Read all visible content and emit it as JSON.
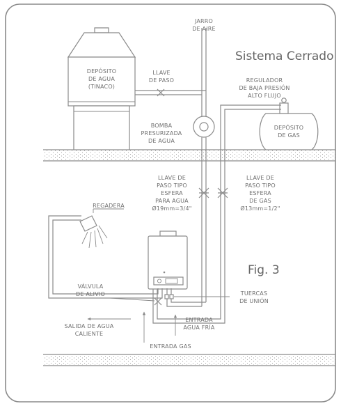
{
  "title": "Sistema Cerrado",
  "figure": "Fig. 3",
  "labels": {
    "jarro_1": "JARRO",
    "jarro_2": "DE AIRE",
    "tinaco_1": "DEPÓSITO",
    "tinaco_2": "DE AGUA",
    "tinaco_3": "(TINACO)",
    "llave_1": "LLAVE",
    "llave_2": "DE PASO",
    "regulador_1": "REGULADOR",
    "regulador_2": "DE BAJA PRESIÓN",
    "regulador_3": "ALTO FLUJO",
    "bomba_1": "BOMBA",
    "bomba_2": "PRESURIZADA",
    "bomba_3": "DE AGUA",
    "gas_dep_1": "DEPÓSITO",
    "gas_dep_2": "DE GAS",
    "llave_agua_1": "LLAVE DE",
    "llave_agua_2": "PASO TIPO",
    "llave_agua_3": "ESFERA",
    "llave_agua_4": "PARA AGUA",
    "llave_agua_5": "Ø19mm=3/4\"",
    "llave_gas_1": "LLAVE DE",
    "llave_gas_2": "PASO TIPO",
    "llave_gas_3": "ESFERA",
    "llave_gas_4": "DE GAS",
    "llave_gas_5": "Ø13mm=1/2\"",
    "regadera": "REGADERA",
    "valvula_1": "VÁLVULA",
    "valvula_2": "DE ALIVIO",
    "tuercas_1": "TUERCAS",
    "tuercas_2": "DE UNIÓN",
    "entrada_agua_1": "ENTRADA",
    "entrada_agua_2": "AGUA FRÍA",
    "salida_1": "SALIDA DE AGUA",
    "salida_2": "CALIENTE",
    "entrada_gas": "ENTRADA GAS"
  }
}
